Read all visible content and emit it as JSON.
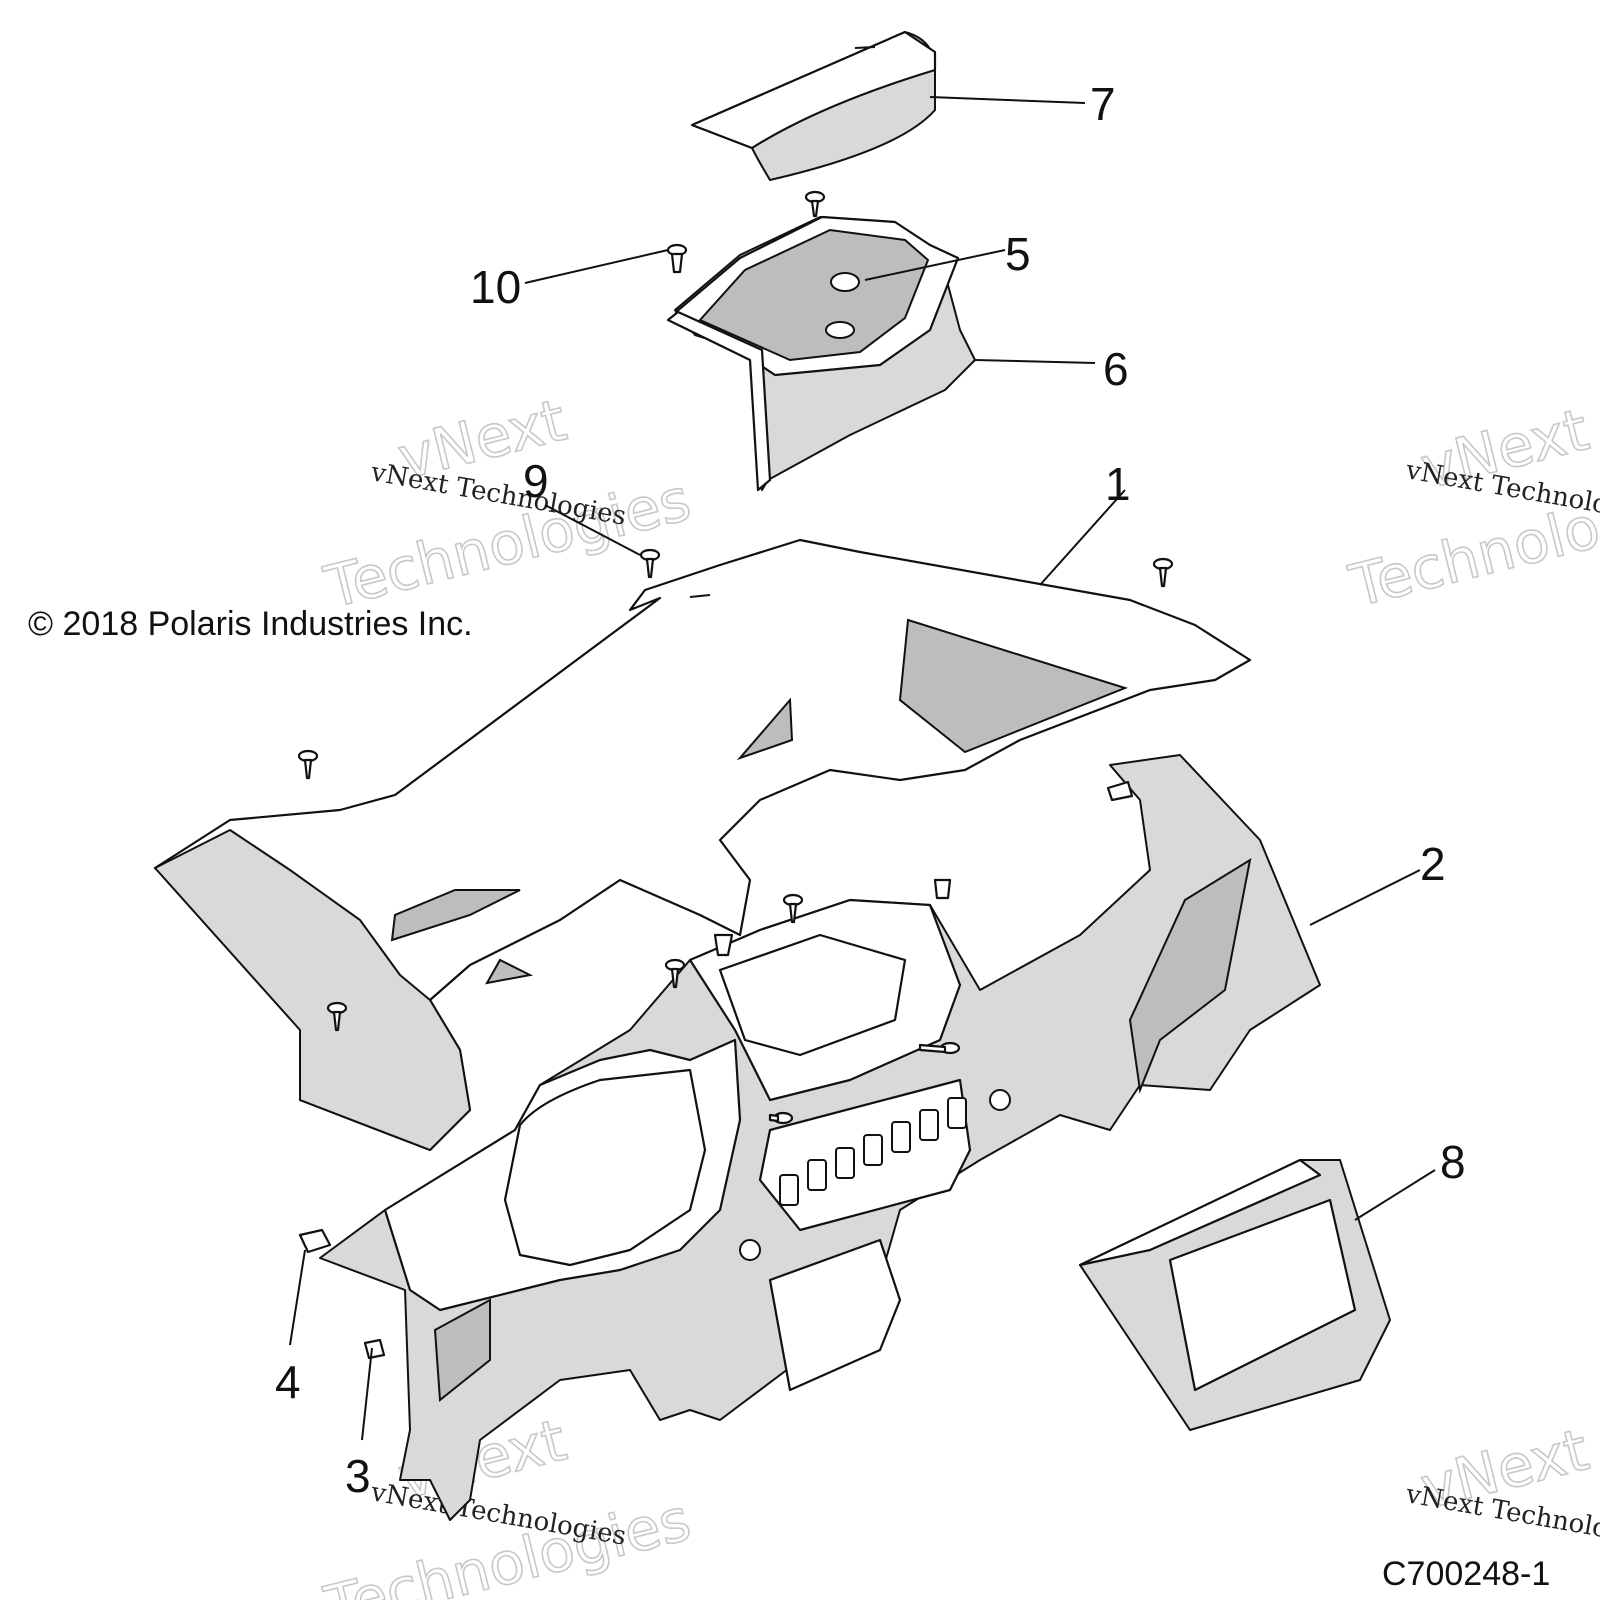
{
  "diagram": {
    "copyright": "© 2018 Polaris Industries Inc.",
    "figure_id": "C700248-1",
    "watermark": {
      "small_text": "vNext Technologies",
      "large_line1": "vNext",
      "large_line2": "Technologies"
    },
    "callouts": [
      {
        "number": "1"
      },
      {
        "number": "2"
      },
      {
        "number": "3"
      },
      {
        "number": "4"
      },
      {
        "number": "5"
      },
      {
        "number": "6"
      },
      {
        "number": "7"
      },
      {
        "number": "8"
      },
      {
        "number": "9"
      },
      {
        "number": "10"
      }
    ]
  }
}
